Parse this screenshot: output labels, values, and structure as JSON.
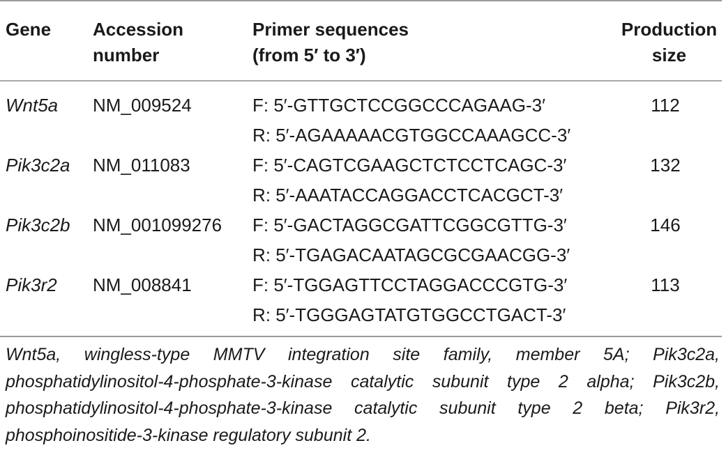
{
  "table": {
    "headers": {
      "gene": "Gene",
      "accession": [
        "Accession",
        "number"
      ],
      "primer": [
        "Primer sequences",
        "(from 5′ to 3′)"
      ],
      "production": [
        "Production",
        "size"
      ]
    },
    "rows": [
      {
        "gene": "Wnt5a",
        "accession": "NM_009524",
        "forward": "F: 5′-GTTGCTCCGGCCCAGAAG-3′",
        "reverse": "R: 5′-AGAAAAACGTGGCCAAAGCC-3′",
        "size": "112"
      },
      {
        "gene": "Pik3c2a",
        "accession": "NM_011083",
        "forward": "F: 5′-CAGTCGAAGCTCTCCTCAGC-3′",
        "reverse": "R: 5′-AAATACCAGGACCTCACGCT-3′",
        "size": "132"
      },
      {
        "gene": "Pik3c2b",
        "accession": "NM_001099276",
        "forward": "F: 5′-GACTAGGCGATTCGGCGTTG-3′",
        "reverse": "R: 5′-TGAGACAATAGCGCGAACGG-3′",
        "size": "146"
      },
      {
        "gene": "Pik3r2",
        "accession": "NM_008841",
        "forward": "F: 5′-TGGAGTTCCTAGGACCCGTG-3′",
        "reverse": "R: 5′-TGGGAGTATGTGGCCTGACT-3′",
        "size": "113"
      }
    ]
  },
  "footnote": "Wnt5a, wingless-type MMTV integration site family, member 5A; Pik3c2a, phosphatidylinositol-4-phosphate-3-kinase catalytic subunit type 2 alpha; Pik3c2b, phosphatidylinositol-4-phosphate-3-kinase catalytic subunit type 2 beta; Pik3r2, phosphoinositide-3-kinase regulatory subunit 2."
}
